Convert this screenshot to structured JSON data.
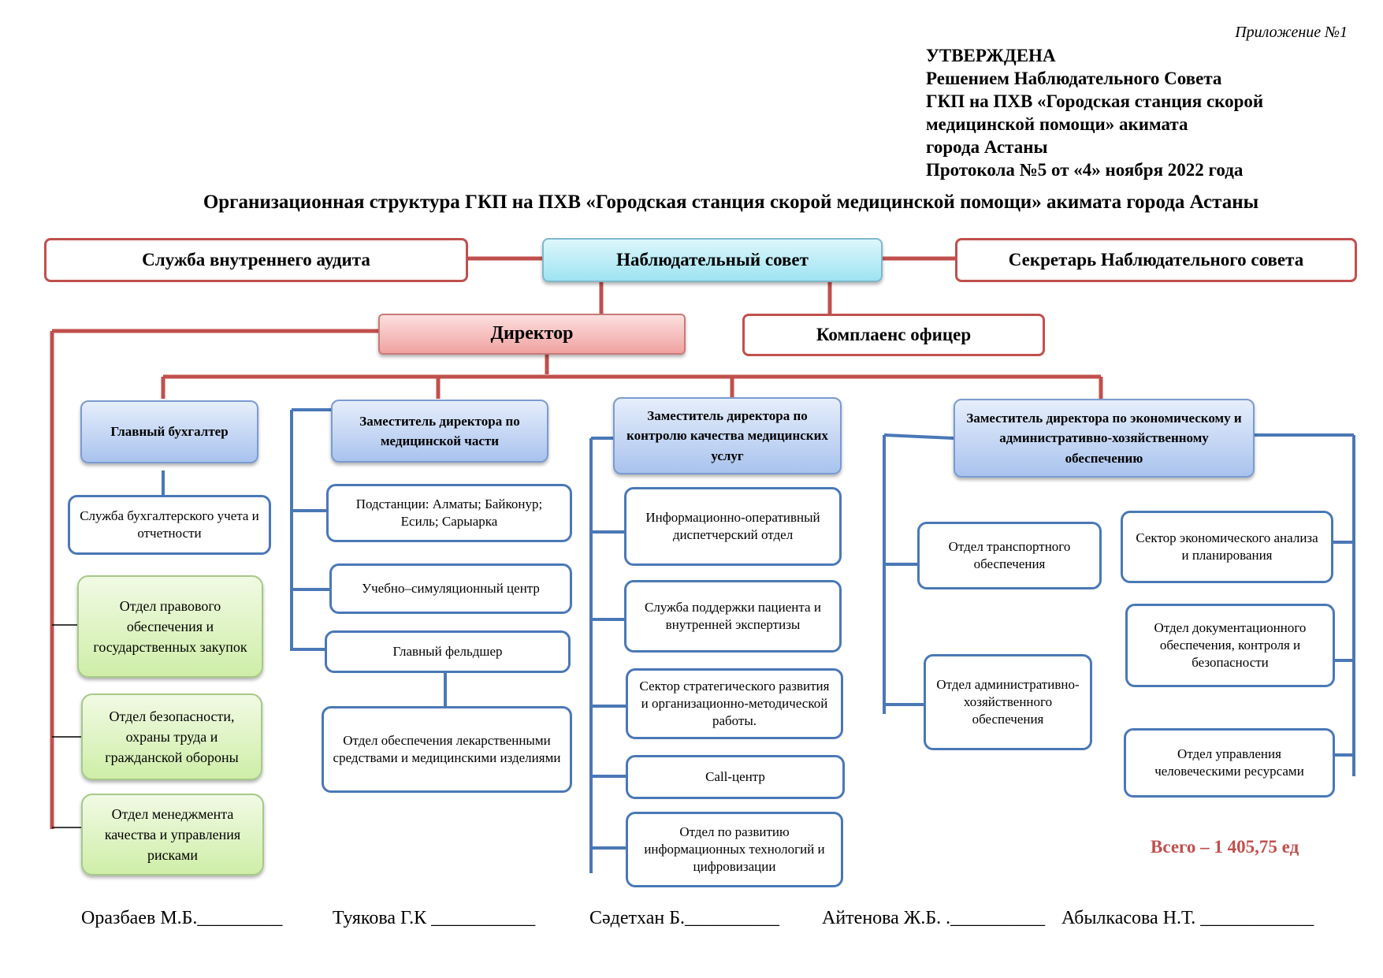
{
  "header": {
    "appendix": "Приложение №1",
    "approval": [
      "УТВЕРЖДЕНА",
      "Решением Наблюдательного Совета",
      "ГКП на ПХВ «Городская станция скорой",
      "медицинской помощи» акимата",
      "города Астаны",
      "Протокола №5 от «4» ноября 2022 года"
    ]
  },
  "title": "Организационная структура ГКП на ПХВ «Городская станция скорой медицинской помощи» акимата города Астаны",
  "top": {
    "internal_audit": "Служба внутреннего аудита",
    "supervisory_board": "Наблюдательный совет",
    "board_secretary": "Секретарь Наблюдательного совета",
    "director": "Директор",
    "compliance": "Комплаенс офицер"
  },
  "accountant": {
    "head": "Главный бухгалтер",
    "service": "Служба бухгалтерского учета и отчетности"
  },
  "director_units": [
    "Отдел правового обеспечения и государственных закупок",
    "Отдел безопасности, охраны труда и гражданской обороны",
    "Отдел менеджмента качества и управления рисками"
  ],
  "medical": {
    "head": "Заместитель директора по медицинской части",
    "units": [
      "Подстанции: Алматы; Байконур; Есиль; Сарыарка",
      "Учебно–симуляционный центр",
      "Главный фельдшер"
    ],
    "sub_unit": "Отдел обеспечения лекарственными средствами и медицинскими изделиями"
  },
  "quality": {
    "head": "Заместитель директора по контролю качества медицинских услуг",
    "units": [
      "Информационно-оперативный диспетчерский отдел",
      "Служба поддержки пациента и внутренней экспертизы",
      "Сектор стратегического развития и организационно-методической работы.",
      "Call-центр",
      "Отдел по развитию информационных технологий и цифровизации"
    ]
  },
  "economic": {
    "head": "Заместитель директора по экономическому и административно-хозяйственному обеспечению",
    "left_units": [
      "Отдел транспортного обеспечения",
      "Отдел административно-хозяйственного обеспечения"
    ],
    "right_units": [
      "Сектор экономического анализа и планирования",
      "Отдел документационного обеспечения, контроля и безопасности",
      "Отдел управления человеческими ресурсами"
    ]
  },
  "total": "Всего – 1 405,75 ед",
  "signatures": [
    "Оразбаев М.Б._________",
    "Туякова Г.К ___________",
    "Сәдетхан Б.__________",
    "Айтенова Ж.Б. .__________",
    "Абылкасова Н.Т. ____________"
  ],
  "colors": {
    "red_connector": "#c0504d",
    "blue_connector": "#4a78b6",
    "total_text": "#c0504d"
  }
}
